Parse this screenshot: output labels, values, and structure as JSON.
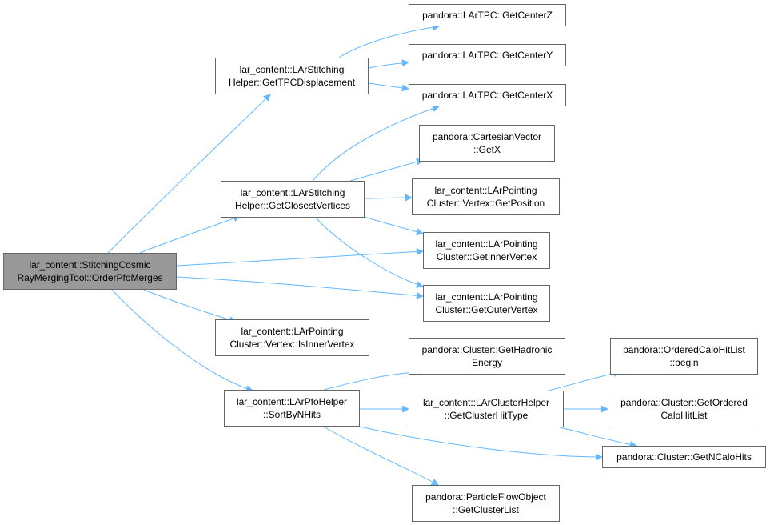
{
  "graph": {
    "edge_color": "#63b8ff",
    "root_fill": "#999999",
    "node_border": "#666666",
    "nodes": [
      {
        "id": "root",
        "lines": [
          "lar_content::StitchingCosmic",
          "RayMergingTool::OrderPfoMerges"
        ]
      },
      {
        "id": "getTPCDisplacement",
        "lines": [
          "lar_content::LArStitching",
          "Helper::GetTPCDisplacement"
        ]
      },
      {
        "id": "getClosestVertices",
        "lines": [
          "lar_content::LArStitching",
          "Helper::GetClosestVertices"
        ]
      },
      {
        "id": "isInnerVertex",
        "lines": [
          "lar_content::LArPointing",
          "Cluster::Vertex::IsInnerVertex"
        ]
      },
      {
        "id": "sortByNHits",
        "lines": [
          "lar_content::LArPfoHelper",
          "::SortByNHits"
        ]
      },
      {
        "id": "getCenterZ",
        "lines": [
          "pandora::LArTPC::GetCenterZ"
        ]
      },
      {
        "id": "getCenterY",
        "lines": [
          "pandora::LArTPC::GetCenterY"
        ]
      },
      {
        "id": "getCenterX",
        "lines": [
          "pandora::LArTPC::GetCenterX"
        ]
      },
      {
        "id": "getX",
        "lines": [
          "pandora::CartesianVector",
          "::GetX"
        ]
      },
      {
        "id": "getPosition",
        "lines": [
          "lar_content::LArPointing",
          "Cluster::Vertex::GetPosition"
        ]
      },
      {
        "id": "getInnerVertex",
        "lines": [
          "lar_content::LArPointing",
          "Cluster::GetInnerVertex"
        ]
      },
      {
        "id": "getOuterVertex",
        "lines": [
          "lar_content::LArPointing",
          "Cluster::GetOuterVertex"
        ]
      },
      {
        "id": "getHadronicEnergy",
        "lines": [
          "pandora::Cluster::GetHadronic",
          "Energy"
        ]
      },
      {
        "id": "getClusterHitType",
        "lines": [
          "lar_content::LArClusterHelper",
          "::GetClusterHitType"
        ]
      },
      {
        "id": "getClusterList",
        "lines": [
          "pandora::ParticleFlowObject",
          "::GetClusterList"
        ]
      },
      {
        "id": "begin",
        "lines": [
          "pandora::OrderedCaloHitList",
          "::begin"
        ]
      },
      {
        "id": "getOrderedCaloHitList",
        "lines": [
          "pandora::Cluster::GetOrdered",
          "CaloHitList"
        ]
      },
      {
        "id": "getNCaloHits",
        "lines": [
          "pandora::Cluster::GetNCaloHits"
        ]
      }
    ],
    "edges": [
      {
        "from": "root",
        "to": "getTPCDisplacement"
      },
      {
        "from": "root",
        "to": "getClosestVertices"
      },
      {
        "from": "root",
        "to": "getInnerVertex"
      },
      {
        "from": "root",
        "to": "getOuterVertex"
      },
      {
        "from": "root",
        "to": "isInnerVertex"
      },
      {
        "from": "root",
        "to": "sortByNHits"
      },
      {
        "from": "getTPCDisplacement",
        "to": "getCenterZ"
      },
      {
        "from": "getTPCDisplacement",
        "to": "getCenterY"
      },
      {
        "from": "getTPCDisplacement",
        "to": "getCenterX"
      },
      {
        "from": "getClosestVertices",
        "to": "getCenterX"
      },
      {
        "from": "getClosestVertices",
        "to": "getX"
      },
      {
        "from": "getClosestVertices",
        "to": "getPosition"
      },
      {
        "from": "getClosestVertices",
        "to": "getInnerVertex"
      },
      {
        "from": "getClosestVertices",
        "to": "getOuterVertex"
      },
      {
        "from": "sortByNHits",
        "to": "getHadronicEnergy"
      },
      {
        "from": "sortByNHits",
        "to": "getClusterHitType"
      },
      {
        "from": "sortByNHits",
        "to": "getNCaloHits"
      },
      {
        "from": "sortByNHits",
        "to": "getClusterList"
      },
      {
        "from": "getClusterHitType",
        "to": "begin"
      },
      {
        "from": "getClusterHitType",
        "to": "getOrderedCaloHitList"
      },
      {
        "from": "getClusterHitType",
        "to": "getNCaloHits"
      }
    ]
  }
}
